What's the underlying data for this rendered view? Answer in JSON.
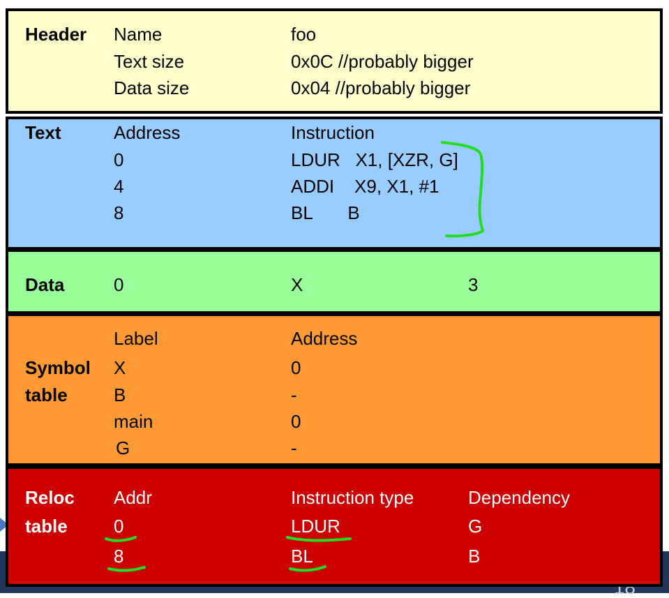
{
  "header": {
    "title": "Header",
    "rows": [
      {
        "label": "Name",
        "value": "foo"
      },
      {
        "label": "Text size",
        "value": "0x0C //probably bigger"
      },
      {
        "label": "Data size",
        "value": "0x04  //probably bigger"
      }
    ]
  },
  "text": {
    "title": "Text",
    "col1_header": "Address",
    "col2_header": "Instruction",
    "rows": [
      {
        "address": "0",
        "instruction": "LDUR   X1, [XZR, G]"
      },
      {
        "address": "4",
        "instruction": "ADDI    X9, X1, #1"
      },
      {
        "address": "8",
        "instruction": "BL       B"
      }
    ]
  },
  "data": {
    "title": "Data",
    "address": "0",
    "label": "X",
    "value": "3"
  },
  "symbol": {
    "title_line1": "Symbol",
    "title_line2": "table",
    "col1_header": "Label",
    "col2_header": "Address",
    "rows": [
      {
        "label": "X",
        "address": "0"
      },
      {
        "label": "B",
        "address": "-"
      },
      {
        "label": "main",
        "address": "0"
      },
      {
        "label": "G",
        "address": "-"
      }
    ]
  },
  "reloc": {
    "title_line1": "Reloc",
    "title_line2": "table",
    "col1_header": "Addr",
    "col2_header": "Instruction type",
    "col3_header": "Dependency",
    "rows": [
      {
        "addr": "0",
        "type": "LDUR",
        "dependency": "G"
      },
      {
        "addr": "8",
        "type": "BL",
        "dependency": "B"
      }
    ]
  },
  "colors": {
    "header_bg": "#ffffcc",
    "text_bg": "#99ccff",
    "data_bg": "#99ff99",
    "symbol_bg": "#ff9933",
    "reloc_bg": "#cc0000",
    "annotation_ink": "#22dd22",
    "slide_bar": "#20365a"
  }
}
